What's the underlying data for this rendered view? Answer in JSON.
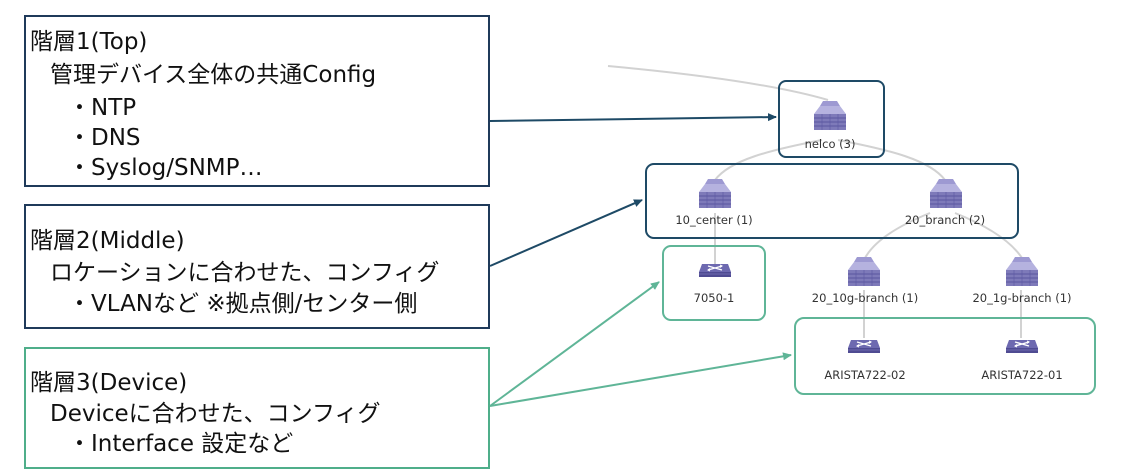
{
  "legend": {
    "tier1": {
      "title": "階層1(Top)",
      "subtitle": "管理デバイス全体の共通Config",
      "items": [
        "・NTP",
        "・DNS",
        "・Syslog/SNMP…"
      ]
    },
    "tier2": {
      "title": "階層2(Middle)",
      "subtitle": "ロケーションに合わせた、コンフィグ",
      "items": [
        "・VLANなど ※拠点側/センター側"
      ]
    },
    "tier3": {
      "title": "階層3(Device)",
      "subtitle": "Deviceに合わせた、コンフィグ",
      "items": [
        "・Interface 設定など"
      ]
    }
  },
  "nodes": {
    "root": "nelco (3)",
    "center": "10_center (1)",
    "branch": "20_branch (2)",
    "device_7050": "7050-1",
    "branch_10g": "20_10g-branch (1)",
    "branch_1g": "20_1g-branch (1)",
    "arista_02": "ARISTA722-02",
    "arista_01": "ARISTA722-01"
  },
  "colors": {
    "dark_border": "#1f3a5a",
    "green_border": "#4fae8a",
    "container_dark": "#1e4a66",
    "container_green": "#5fb597",
    "tree_line": "#cfcfcf",
    "switch_body": "#8a86c4",
    "switch_dark": "#55529a"
  },
  "icons": {
    "container_icon": "stacked-switch-icon",
    "device_icon": "switch-crossed-arrows-icon"
  }
}
